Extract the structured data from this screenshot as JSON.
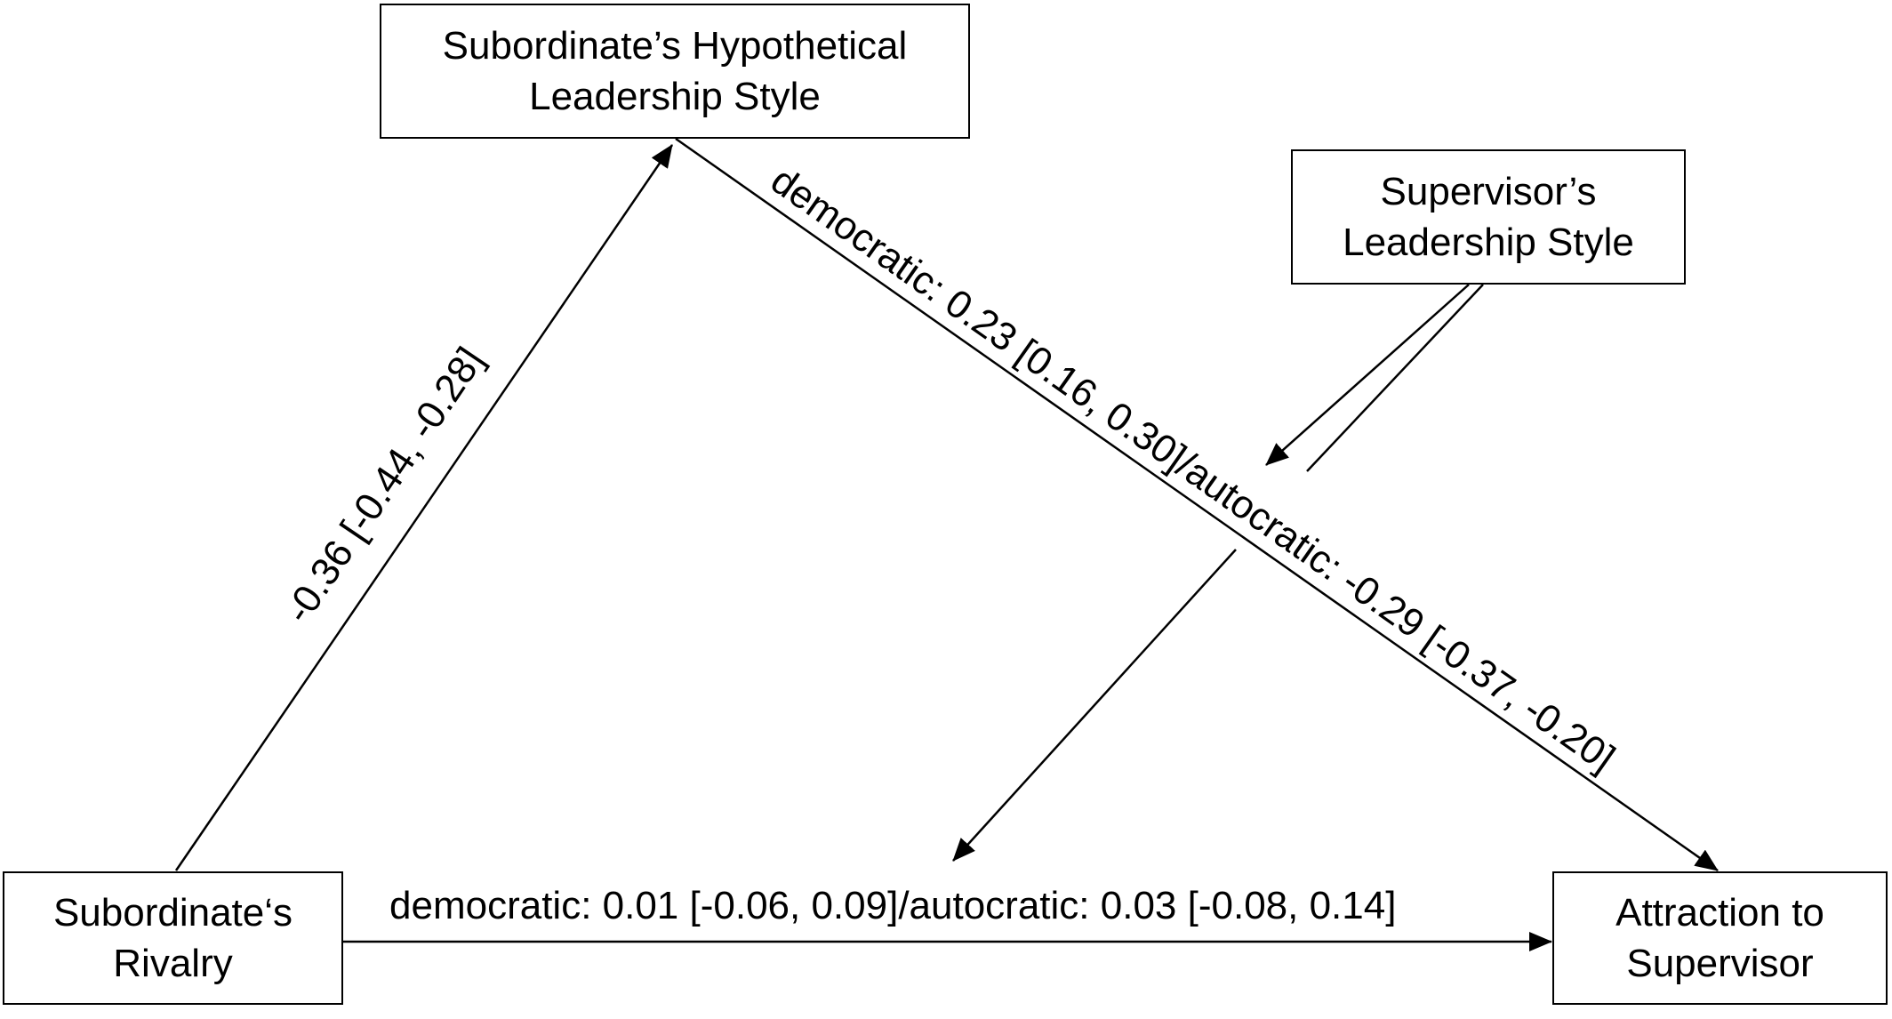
{
  "nodes": {
    "hypothetical_style": {
      "line1": "Subordinate’s Hypothetical",
      "line2": "Leadership Style"
    },
    "supervisor_style": {
      "line1": "Supervisor’s",
      "line2": "Leadership Style"
    },
    "rivalry": {
      "line1": "Subordinate‘s",
      "line2": "Rivalry"
    },
    "attraction": {
      "line1": "Attraction to",
      "line2": "Supervisor"
    }
  },
  "edges": {
    "rivalry_to_hypothetical": "-0.36 [-0.44, -0.28]",
    "hypothetical_to_attraction": "democratic: 0.23 [0.16, 0.30]/autocratic: -0.29 [-0.37, -0.20]",
    "rivalry_to_attraction": "democratic: 0.01 [-0.06, 0.09]/autocratic: 0.03 [-0.08, 0.14]"
  }
}
